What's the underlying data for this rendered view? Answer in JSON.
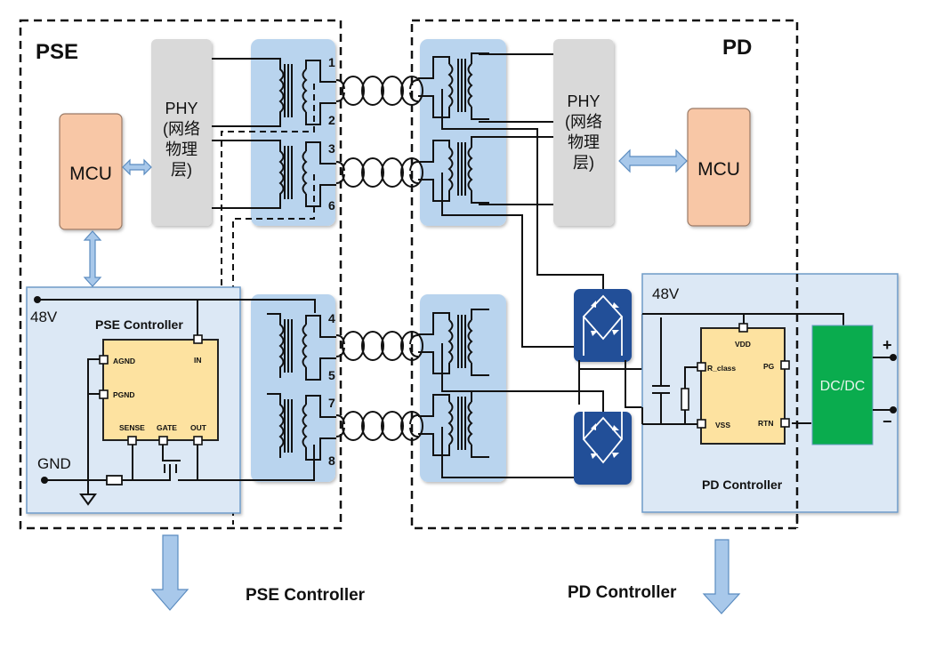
{
  "pse": {
    "title": "PSE",
    "mcu_label": "MCU",
    "phy_lines": [
      "PHY",
      "(网络",
      "物理",
      "层)"
    ],
    "controller_title": "PSE Controller",
    "rail_48v": "48V",
    "gnd": "GND",
    "chip_pins": {
      "agnd": "AGND",
      "pgnd": "PGND",
      "in": "IN",
      "sense": "SENSE",
      "gate": "GATE",
      "out": "OUT"
    },
    "pair_numbers": [
      "1",
      "2",
      "3",
      "6",
      "4",
      "5",
      "7",
      "8"
    ],
    "footer_label": "PSE Controller"
  },
  "pd": {
    "title": "PD",
    "mcu_label": "MCU",
    "phy_lines": [
      "PHY",
      "(网络",
      "物理",
      "层)"
    ],
    "controller_title": "PD Controller",
    "rail_48v": "48V",
    "chip_pins": {
      "vdd": "VDD",
      "r_class": "R_class",
      "pg": "PG",
      "vss": "VSS",
      "rtn": "RTN"
    },
    "dcdc_label": "DC/DC",
    "plus": "+",
    "minus": "−",
    "footer_label": "PD Controller"
  },
  "colors": {
    "mcu_fill": "#f8c7a6",
    "phy_fill": "#d9d9d9",
    "magnetics_fill": "#b9d4ee",
    "controller_panel": "#dce8f5",
    "chip_fill": "#fde2a0",
    "bridge_fill": "#234f98",
    "dcdc_fill": "#0aac4e",
    "arrow_fill": "#a8c8ea"
  }
}
